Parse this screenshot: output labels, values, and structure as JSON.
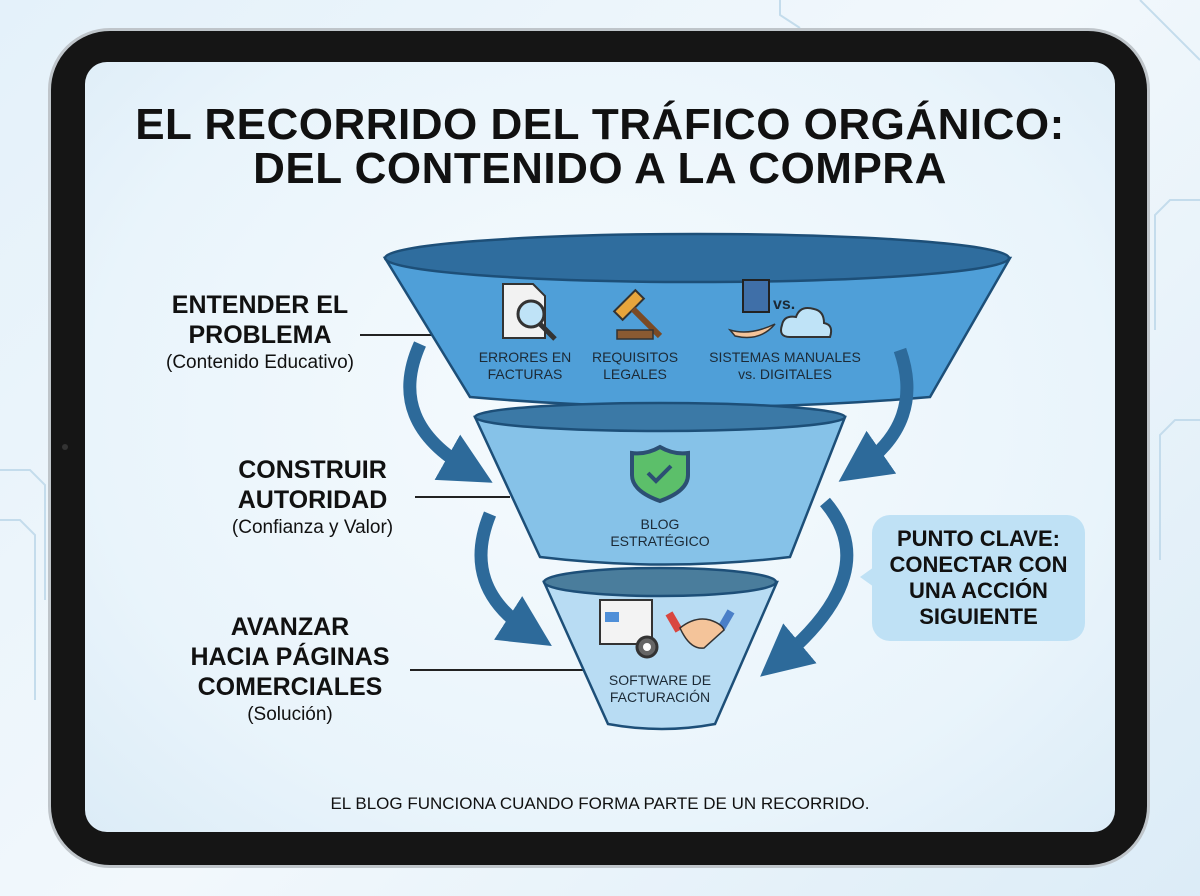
{
  "title": {
    "line1": "EL RECORRIDO DEL TRÁFICO ORGÁNICO:",
    "line2": "DEL CONTENIDO A LA COMPRA"
  },
  "stages": [
    {
      "heading_lines": [
        "ENTENDER EL",
        "PROBLEMA"
      ],
      "subtitle": "(Contenido Educativo)"
    },
    {
      "heading_lines": [
        "CONSTRUIR",
        "AUTORIDAD"
      ],
      "subtitle": "(Confianza y Valor)"
    },
    {
      "heading_lines": [
        "AVANZAR",
        "HACIA PÁGINAS",
        "COMERCIALES"
      ],
      "subtitle": "(Solución)"
    }
  ],
  "funnel": {
    "top_items": [
      {
        "icon": "document-magnifier-icon",
        "lines": [
          "ERRORES EN",
          "FACTURAS"
        ]
      },
      {
        "icon": "gavel-icon",
        "lines": [
          "REQUISITOS",
          "LEGALES"
        ]
      },
      {
        "icon": "book-vs-cloud-icon",
        "vs": "vs.",
        "lines": [
          "SISTEMAS MANUALES",
          "vs. DIGITALES"
        ]
      }
    ],
    "middle": {
      "icon": "shield-check-icon",
      "lines": [
        "BLOG",
        "ESTRATÉGICO"
      ]
    },
    "bottom": {
      "icons": [
        "software-gear-icon",
        "handshake-icon"
      ],
      "lines": [
        "SOFTWARE DE",
        "FACTURACIÓN"
      ]
    }
  },
  "callout": {
    "lines": [
      "PUNTO CLAVE:",
      "CONECTAR CON",
      "UNA ACCIÓN",
      "SIGUIENTE"
    ]
  },
  "footer": "EL BLOG FUNCIONA CUANDO FORMA PARTE DE UN RECORRIDO.",
  "colors": {
    "funnel_top": "#4f9fd8",
    "funnel_mid": "#86c2e8",
    "funnel_bottom": "#b8dcf3",
    "arrow": "#2d6a9a",
    "callout": "#bfe1f5"
  }
}
